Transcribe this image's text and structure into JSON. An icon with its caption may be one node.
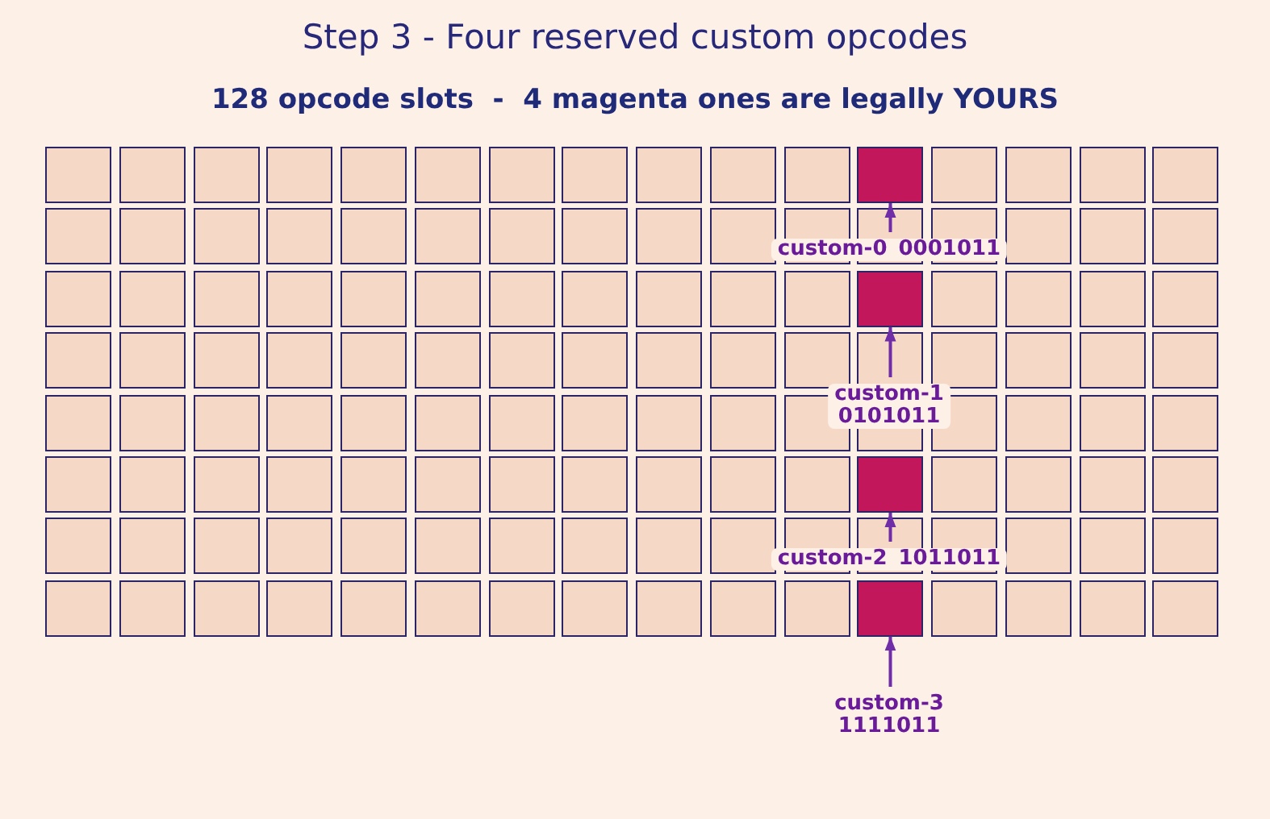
{
  "diagram": {
    "title": "Step 3 - Four reserved custom opcodes",
    "nodes": [
      {
        "text": [],
        "shape": "box"
      },
      {
        "text": [
          "custom-0",
          "0001011"
        ]
      },
      {
        "text": [],
        "shape": "box"
      },
      {
        "text": [
          "custom-1",
          "0101011"
        ]
      },
      {
        "text": [],
        "shape": "box"
      },
      {
        "text": [
          "custom-2",
          "1011011"
        ]
      },
      {
        "text": [],
        "shape": "box"
      },
      {
        "text": [
          "custom-3",
          "1111011"
        ]
      }
    ],
    "edges": [
      {
        "from": 1,
        "to": 0,
        "arrow": "to"
      },
      {
        "from": 3,
        "to": 2,
        "arrow": "to"
      },
      {
        "from": 5,
        "to": 4,
        "arrow": "to"
      },
      {
        "from": 7,
        "to": 6,
        "arrow": "to"
      }
    ],
    "labels": [
      "128 opcode slots  -  4 magenta ones are legally YOURS"
    ]
  }
}
